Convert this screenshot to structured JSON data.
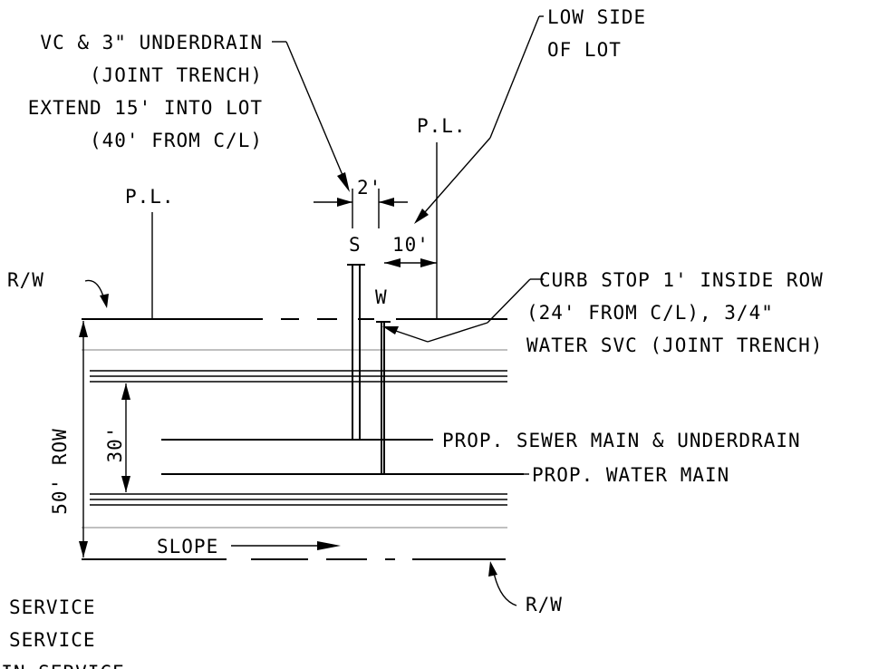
{
  "labels": {
    "sewer_note_1": "VC & 3\" UNDERDRAIN",
    "sewer_note_2": "(JOINT TRENCH)",
    "sewer_note_3": "EXTEND 15' INTO LOT",
    "sewer_note_4": "(40' FROM C/L)",
    "low_side_1": "LOW SIDE",
    "low_side_2": "OF LOT",
    "pl_left": "P.L.",
    "pl_right": "P.L.",
    "dim_2ft": "2'",
    "dim_10ft": "10'",
    "sewer_marker": "S",
    "water_marker": "W",
    "rw_top": "R/W",
    "rw_bottom": "R/W",
    "curb_note_1": "CURB STOP 1' INSIDE ROW",
    "curb_note_2": "(24' FROM C/L), 3/4\"",
    "curb_note_3": "WATER SVC (JOINT TRENCH)",
    "row_width": "50' ROW",
    "street_width": "30'",
    "sewer_main": "PROP. SEWER MAIN & UNDERDRAIN",
    "water_main": "PROP. WATER MAIN",
    "slope": "SLOPE",
    "legend_1": "SERVICE",
    "legend_2": "SERVICE",
    "legend_3": "RAIN SERVICE"
  }
}
